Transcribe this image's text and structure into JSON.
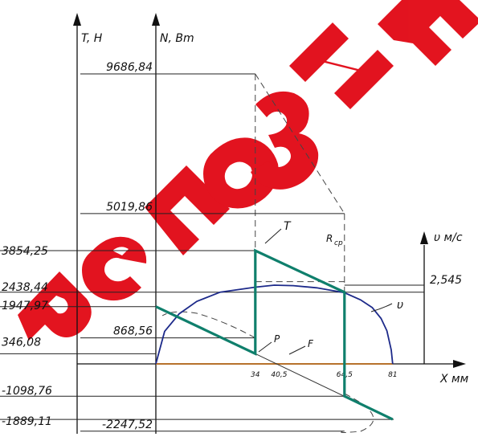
{
  "chart_data": {
    "type": "line",
    "axes": {
      "T": {
        "label": "T, H"
      },
      "N": {
        "label": "N, Bm"
      },
      "v": {
        "label": "υ м/с"
      },
      "X": {
        "label": "X мм"
      }
    },
    "x_ticks": [
      "34",
      "40,5",
      "64,5",
      "81"
    ],
    "T_ticks": [
      "3854,25",
      "2438,44",
      "1947,97",
      "346,08",
      "-1098,76",
      "-1889,11"
    ],
    "N_ticks": [
      "9686,84",
      "5019,86",
      "868,56",
      "-2247,52"
    ],
    "v_ticks": [
      "2,545"
    ],
    "series": [
      {
        "name": "T",
        "color": "#0f7f6c",
        "points": [
          [
            0,
            1947.97
          ],
          [
            34,
            346.08
          ],
          [
            34,
            3854.25
          ],
          [
            64.5,
            2438.44
          ],
          [
            64.5,
            -1098.76
          ],
          [
            81,
            -1889.11
          ]
        ]
      },
      {
        "name": "υ",
        "color": "#1d2a8a",
        "points": [
          [
            0,
            0
          ],
          [
            3,
            1.05
          ],
          [
            8,
            1.62
          ],
          [
            14,
            2.02
          ],
          [
            22,
            2.32
          ],
          [
            34,
            2.48
          ],
          [
            40.5,
            2.545
          ],
          [
            47,
            2.53
          ],
          [
            55,
            2.46
          ],
          [
            64.5,
            2.3
          ],
          [
            70,
            2.07
          ],
          [
            74,
            1.82
          ],
          [
            77,
            1.47
          ],
          [
            79,
            1.07
          ],
          [
            80.5,
            0.45
          ],
          [
            81,
            0
          ]
        ]
      },
      {
        "name": "F",
        "color": "#b7722c",
        "points": [
          [
            0,
            0
          ],
          [
            81,
            0
          ]
        ]
      },
      {
        "name": "P",
        "points": [
          [
            34,
            346.08
          ],
          [
            81,
            -1889.11
          ]
        ]
      },
      {
        "name": "R_cp",
        "points": [
          [
            34,
            3854.25
          ],
          [
            34,
            2800
          ],
          [
            64.5,
            2800
          ]
        ]
      },
      {
        "name": "N",
        "points": [
          [
            34,
            9686.84
          ],
          [
            64.5,
            5019.86
          ],
          [
            64.5,
            -2247.52
          ],
          [
            34,
            868.56
          ],
          [
            0,
            0
          ]
        ]
      }
    ],
    "curve_labels": [
      "T",
      "υ",
      "P",
      "F",
      "R_cp"
    ],
    "watermark": "Репозит"
  }
}
